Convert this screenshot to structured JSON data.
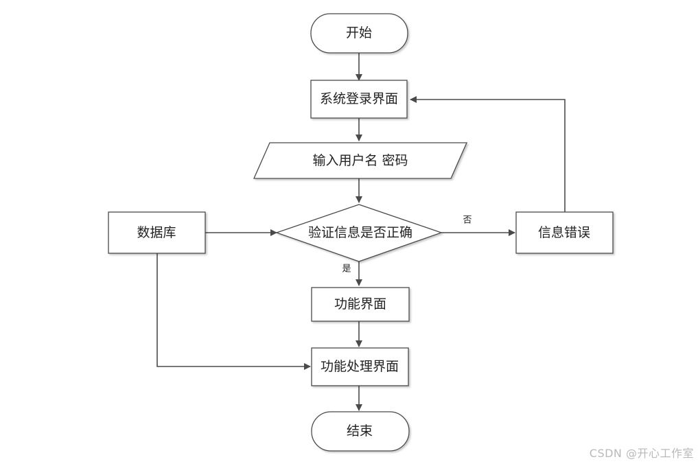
{
  "diagram": {
    "nodes": {
      "start": "开始",
      "login_screen": "系统登录界面",
      "input_credentials": "输入用户名 密码",
      "verify": "验证信息是否正确",
      "database": "数据库",
      "error": "信息错误",
      "function_screen": "功能界面",
      "processing_screen": "功能处理界面",
      "end": "结束"
    },
    "edge_labels": {
      "no": "否",
      "yes": "是"
    },
    "colors": {
      "stroke": "#4a4a4a",
      "fill": "#ffffff",
      "text": "#222222"
    }
  },
  "watermark": "CSDN @开心工作室"
}
